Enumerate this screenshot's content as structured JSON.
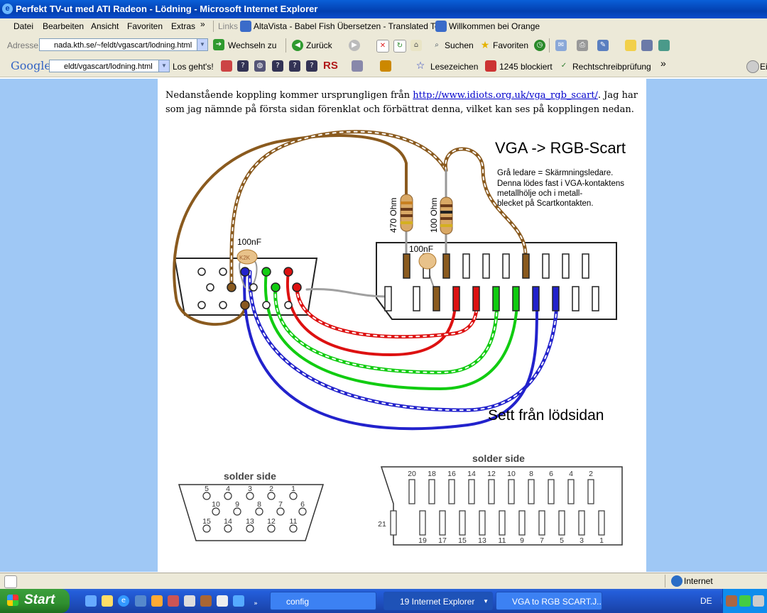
{
  "window": {
    "title": "Perfekt TV-ut med ATI Radeon - Lödning - Microsoft Internet Explorer"
  },
  "menu": {
    "items": [
      "Datei",
      "Bearbeiten",
      "Ansicht",
      "Favoriten",
      "Extras"
    ],
    "more": "»",
    "links_label": "Links",
    "links": [
      "AltaVista - Babel Fish Übersetzen - Translated Text",
      "Willkommen bei Orange"
    ]
  },
  "address": {
    "label": "Adresse",
    "url": "nada.kth.se/~feldt/vgascart/lodning.html",
    "go": "Wechseln zu",
    "back": "Zurück",
    "search": "Suchen",
    "favorites": "Favoriten"
  },
  "google": {
    "logo": "Google",
    "field": "eldt/vgascart/lodning.html",
    "go": "Los geht's!",
    "rs": "RS",
    "bookmarks": "Lesezeichen",
    "blocked": "1245 blockiert",
    "spell": "Rechtschreibprüfung",
    "more": "»",
    "trail": "Ein"
  },
  "content": {
    "intro_before": "Nedanstående koppling kommer ursprungligen från ",
    "intro_link": "http://www.idiots.org.uk/vga_rgb_scart/",
    "intro_after": ". Jag har som jag nämnde på första sidan förenklat och förbättrat denna, vilket kan ses på kopplingen nedan.",
    "diagram_title": "VGA -> RGB-Scart",
    "note_lines": [
      "Grå ledare = Skärmningsledare.",
      "Denna lödes fast i VGA-kontaktens",
      "metallhölje och i metall-",
      "blecket på Scartkontakten."
    ],
    "r470": "470 Ohm",
    "r100": "100 Ohm",
    "cap1": "100nF",
    "cap2": "100nF",
    "cap_mark": "K2K",
    "side_label": "Sett från lödsidan",
    "solder_side": "solder side",
    "vga_row1": [
      "5",
      "4",
      "3",
      "2",
      "1"
    ],
    "vga_row2": [
      "10",
      "9",
      "8",
      "7",
      "6"
    ],
    "vga_row3": [
      "15",
      "14",
      "13",
      "12",
      "11"
    ],
    "scart_top": [
      "20",
      "18",
      "16",
      "14",
      "12",
      "10",
      "8",
      "6",
      "4",
      "2"
    ],
    "scart_bottom": [
      "19",
      "17",
      "15",
      "13",
      "11",
      "9",
      "7",
      "5",
      "3",
      "1"
    ],
    "scart_21": "21"
  },
  "status": {
    "zone": "Internet"
  },
  "taskbar": {
    "start": "Start",
    "tasks": [
      "config",
      "19 Internet Explorer",
      "VGA to RGB SCART.J..."
    ],
    "lang": "DE"
  },
  "colors": {
    "brown": "#8a5a1e",
    "red": "#dd1111",
    "green": "#11cc11",
    "blue": "#2222cc",
    "gray": "#a0a0a0"
  }
}
